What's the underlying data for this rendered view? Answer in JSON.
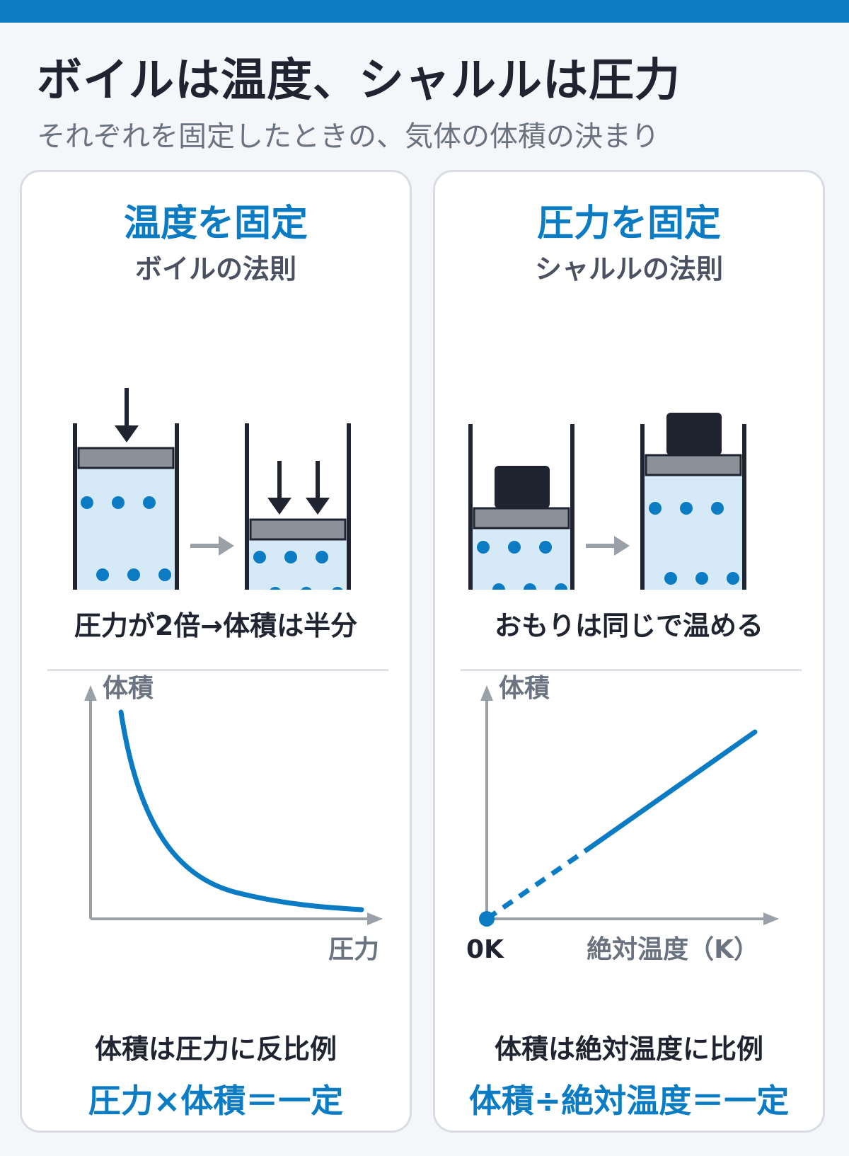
{
  "header": {
    "title": "ボイルは温度、シャルルは圧力",
    "subtitle": "それぞれを固定したときの、気体の体積の決まり"
  },
  "left_panel": {
    "title": "温度を固定",
    "law": "ボイルの法則",
    "caption": "圧力が2倍→体積は半分",
    "graph": {
      "y_label": "体積",
      "x_label": "圧力"
    },
    "conclusion": "体積は圧力に反比例",
    "formula": "圧力×体積＝一定"
  },
  "right_panel": {
    "title": "圧力を固定",
    "law": "シャルルの法則",
    "caption": "おもりは同じで温める",
    "graph": {
      "y_label": "体積",
      "x_label": "絶対温度（K）",
      "origin_label": "0K"
    },
    "conclusion": "体積は絶対温度に比例",
    "formula": "体積÷絶対温度＝一定"
  },
  "colors": {
    "accent": "#0b7cc4",
    "gas": "#d6e9f7",
    "piston": "#8b9199",
    "container": "#1f2430",
    "arrow_gray": "#9aa0a8",
    "flame": "#e08a1e"
  },
  "icons": [
    "down-arrow-icon",
    "right-arrow-icon",
    "weight-icon",
    "flame-icon"
  ]
}
